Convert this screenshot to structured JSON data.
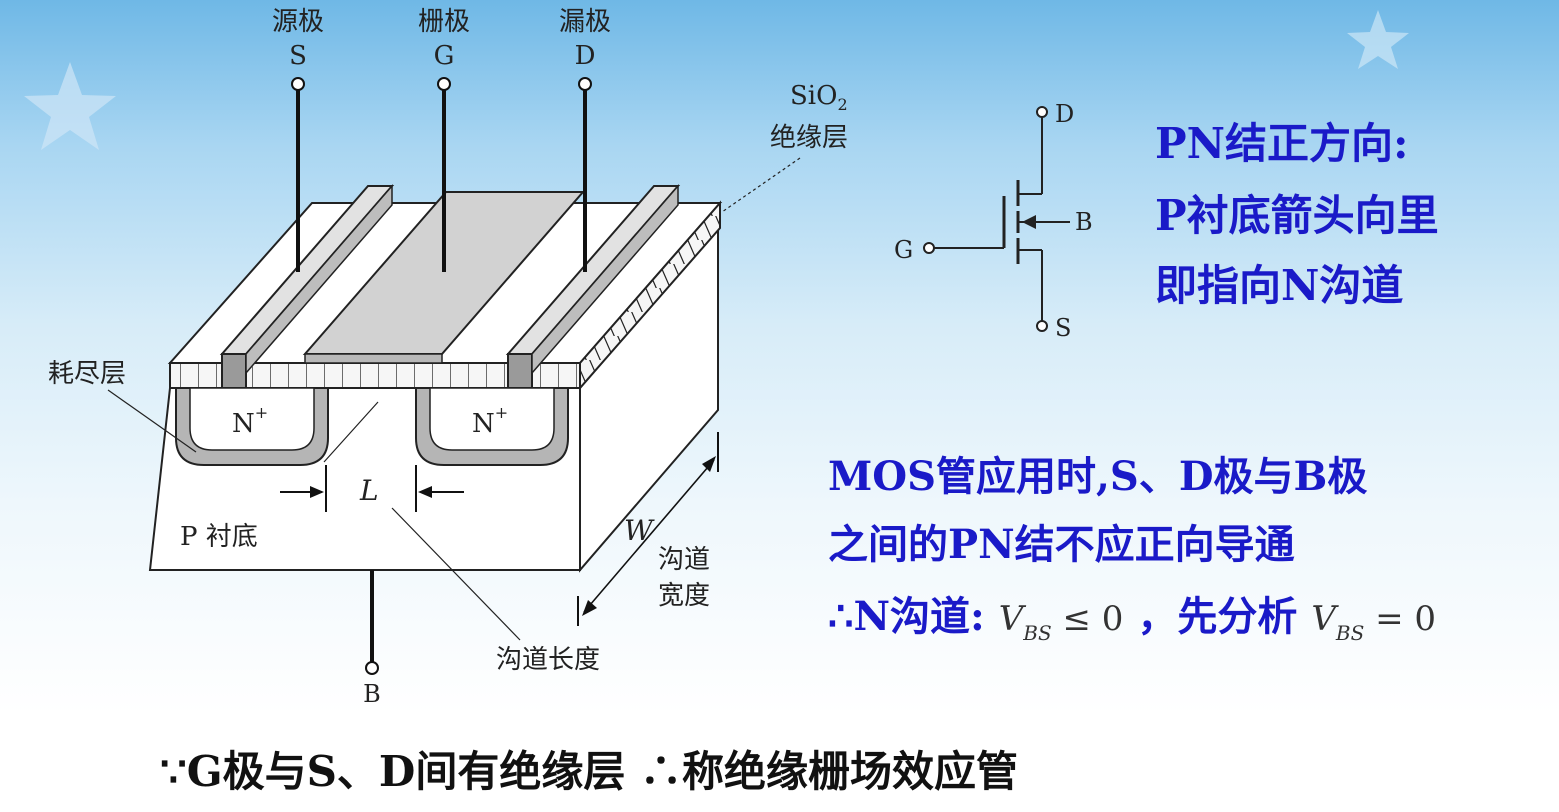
{
  "colors": {
    "accent_text": "#1a1ac8",
    "body_text": "#111111",
    "oxide": "#f4f4f4",
    "gate_metal": "#d0d0d0",
    "depletion": "#b8b8b8"
  },
  "structure": {
    "source_cn": "源极",
    "source": "S",
    "gate_cn": "栅极",
    "gate": "G",
    "drain_cn": "漏极",
    "drain": "D",
    "sio2_formula": "SiO",
    "sio2_sub": "2",
    "insulation": "绝缘层",
    "depletion": "耗尽层",
    "n_plus": "N",
    "plus_sup": "+",
    "channel_length_symbol": "L",
    "substrate": "P 衬底",
    "width_symbol": "W",
    "width_label_1": "沟道",
    "width_label_2": "宽度",
    "channel_length_label": "沟道长度",
    "body": "B"
  },
  "symbol": {
    "drain": "D",
    "gate": "G",
    "body": "B",
    "source": "S"
  },
  "notes": {
    "line1": "PN结正方向:",
    "line2": "P衬底箭头向里",
    "line3": "即指向N沟道",
    "line4": "MOS管应用时,S、D极与B极",
    "line5": "之间的PN结不应正向导通",
    "line6_prefix": "∴N沟道:",
    "vbs_v": "V",
    "vbs_sub": "BS",
    "vbs_rel": "≤ 0",
    "line6_mid": "，先分析",
    "vbs_eq": "= 0"
  },
  "bottom_line": "∵G极与S、D间有绝缘层 ∴称绝缘栅场效应管"
}
